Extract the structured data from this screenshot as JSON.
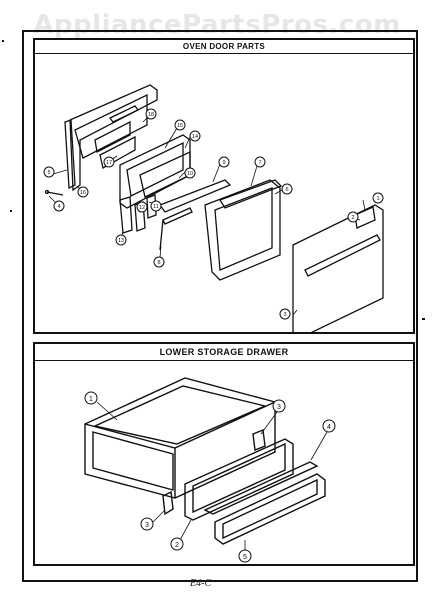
{
  "watermark": "AppliancePartsPros.com",
  "sections": {
    "oven_door": {
      "title": "OVEN DOOR PARTS",
      "callouts": [
        "1",
        "2",
        "3",
        "4",
        "5",
        "6",
        "7",
        "8",
        "9",
        "10",
        "11",
        "12",
        "13",
        "14",
        "15",
        "16",
        "17",
        "18"
      ]
    },
    "storage_drawer": {
      "title": "LOWER STORAGE DRAWER",
      "callouts": [
        "1",
        "2",
        "3",
        "3",
        "4",
        "5"
      ]
    }
  },
  "footer": "E4-C"
}
